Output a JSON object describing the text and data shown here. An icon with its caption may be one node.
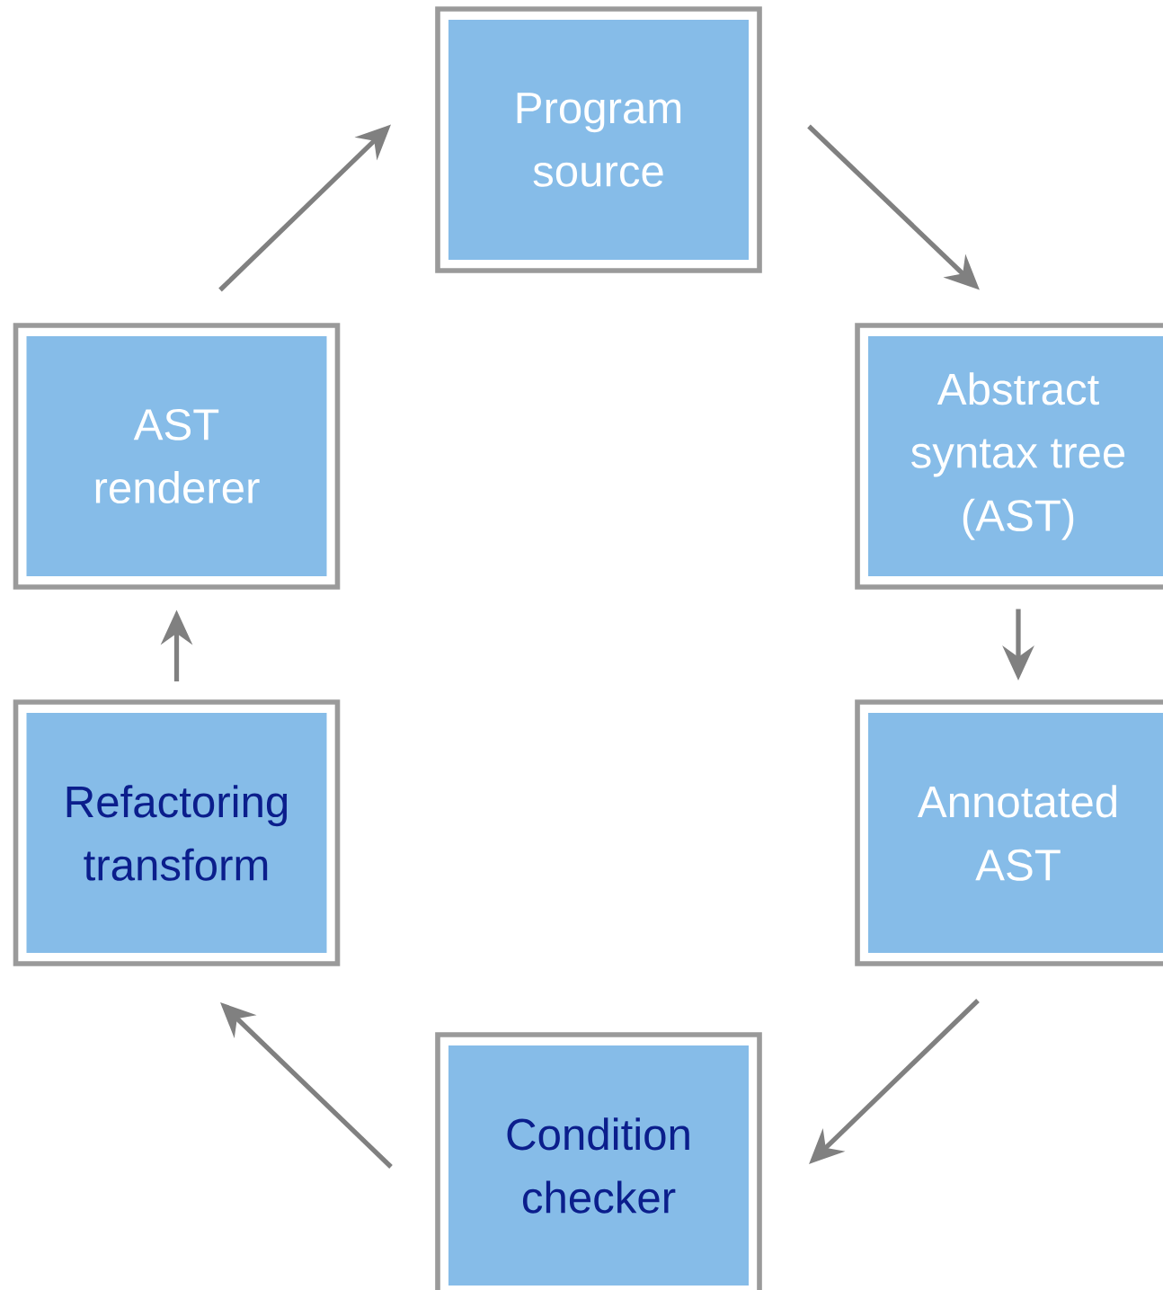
{
  "diagram": {
    "nodes": [
      {
        "text": [
          "Program source"
        ]
      },
      {
        "text": [
          "Abstract syntax tree (AST)"
        ]
      },
      {
        "text": [
          "Annotated AST"
        ]
      },
      {
        "text": [
          "Condition checker"
        ]
      },
      {
        "text": [
          "Refactoring transform"
        ]
      },
      {
        "text": [
          "AST renderer"
        ]
      }
    ],
    "edges": [
      {
        "from": 0,
        "to": 1,
        "arrow": "to"
      },
      {
        "from": 1,
        "to": 2,
        "arrow": "to"
      },
      {
        "from": 2,
        "to": 3,
        "arrow": "to"
      },
      {
        "from": 3,
        "to": 4,
        "arrow": "to"
      },
      {
        "from": 4,
        "to": 5,
        "arrow": "to"
      },
      {
        "from": 5,
        "to": 0,
        "arrow": "to"
      }
    ]
  }
}
